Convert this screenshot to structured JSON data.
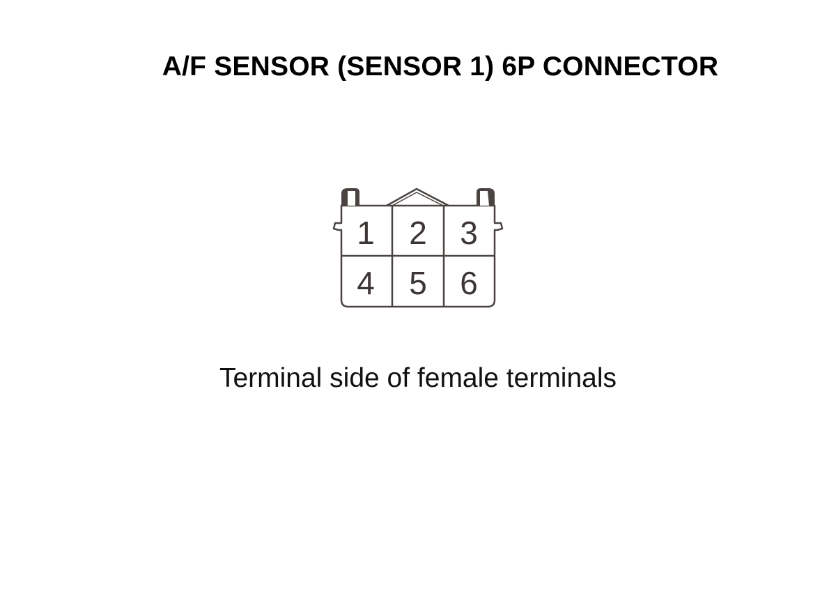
{
  "diagram": {
    "title": "A/F SENSOR (SENSOR 1) 6P CONNECTOR",
    "connector": {
      "pins_top_row": [
        "1",
        "2",
        "3"
      ],
      "pins_bottom_row": [
        "4",
        "5",
        "6"
      ],
      "outline_color": "#4a4341"
    },
    "caption": "Terminal side of female terminals"
  }
}
